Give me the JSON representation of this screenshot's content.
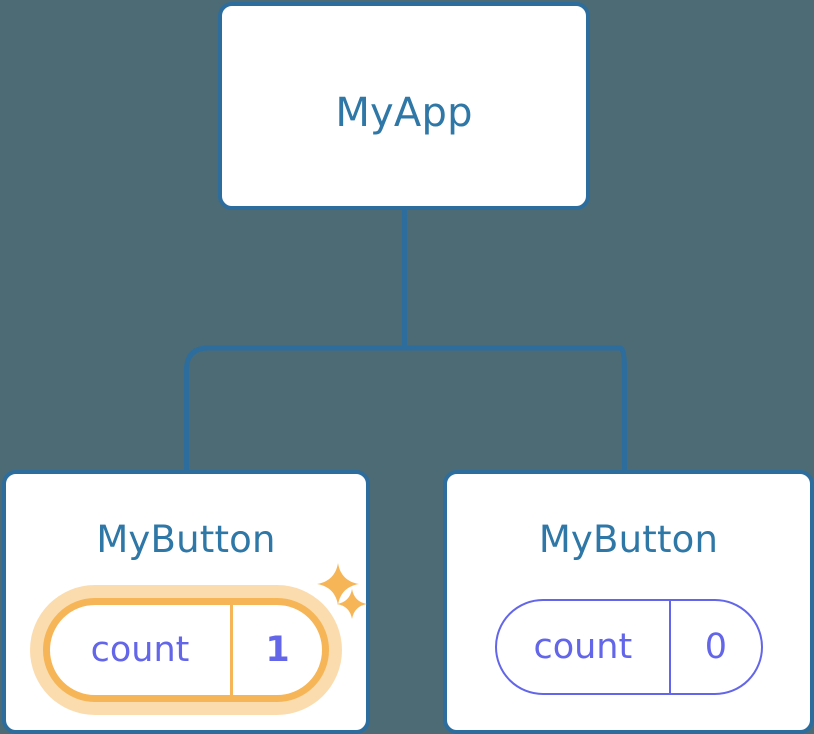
{
  "diagram": {
    "title": "component tree with state pills",
    "background_color": "#4c6b74",
    "node_border_color": "#2c6d9e",
    "node_text_color": "#2e77a6",
    "state_text_color": "#6366e8",
    "highlight_color": "#f6b557",
    "highlight_glow_color": "#fbdcae"
  },
  "root": {
    "label": "MyApp"
  },
  "children": [
    {
      "label": "MyButton",
      "state": {
        "key": "count",
        "value": "1"
      },
      "highlighted": true,
      "sparkles": [
        "sparkle-large-icon",
        "sparkle-small-icon"
      ]
    },
    {
      "label": "MyButton",
      "state": {
        "key": "count",
        "value": "0"
      },
      "highlighted": false
    }
  ],
  "edges": {
    "icon": "tree-connector-icon",
    "from": "MyApp",
    "to": [
      "MyButton",
      "MyButton"
    ]
  }
}
